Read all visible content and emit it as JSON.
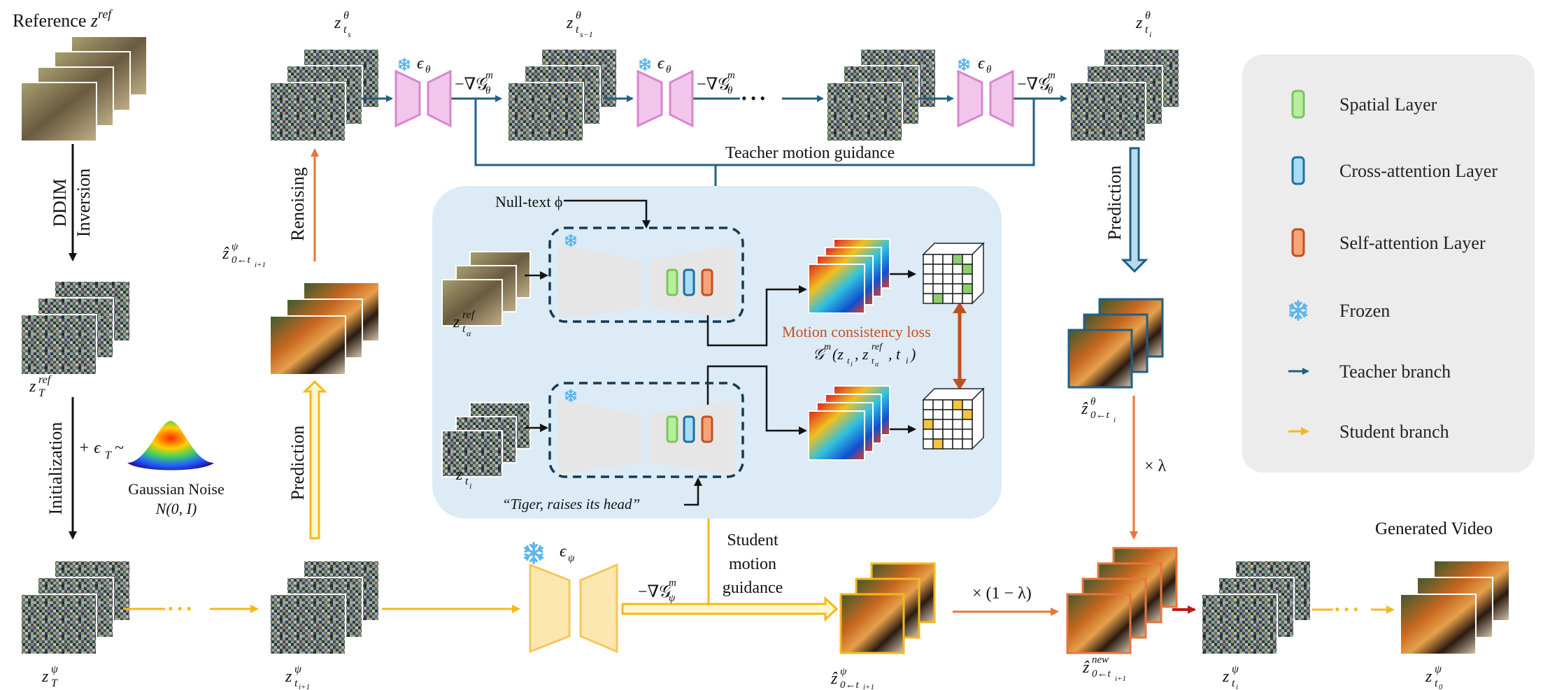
{
  "top": {
    "reference_label": "Reference",
    "reference_var": "z",
    "reference_sup": "ref",
    "ddim_label": "DDIM",
    "inversion_label": "Inversion",
    "zT_ref": {
      "base": "z",
      "sub": "T",
      "sup": "ref"
    },
    "initialization_label": "Initialization",
    "noise_expr": "+ ϵ",
    "noise_expr_sub": "T",
    "noise_tilde": "~",
    "gaussian_label": "Gaussian Noise",
    "gaussian_expr": "N(0, I)",
    "zT_psi": {
      "base": "z",
      "sub": "T",
      "sup": "ψ"
    },
    "z_ts_theta": {
      "base": "z",
      "sub": "t",
      "subsub": "s",
      "sup": "θ"
    },
    "z_ts1_theta": {
      "base": "z",
      "sub": "t",
      "subsub": "s−1",
      "sup": "θ"
    },
    "z_ti_theta": {
      "base": "z",
      "sub": "t",
      "subsub": "i",
      "sup": "θ"
    },
    "eps_theta": "ϵ",
    "eps_theta_sub": "θ",
    "grad_theta": "−∇𝒢",
    "grad_theta_sup": "m",
    "grad_theta_sub": "θ",
    "ellipsis": "• • •",
    "teacher_motion_guidance": "Teacher motion guidance",
    "renoising_label": "Renoising",
    "prediction_label": "Prediction",
    "z0_hat_ti1": {
      "base": "ẑ",
      "sub": "0←t",
      "subsub": "i+1",
      "sup": "ψ"
    },
    "z0_hat_ti": {
      "base": "ẑ",
      "sub": "0←t",
      "subsub": "i",
      "sup": "θ"
    }
  },
  "center": {
    "null_text": "Null-text ϕ",
    "z_ta_ref": {
      "base": "z",
      "sub": "t",
      "subsub": "α",
      "sup": "ref"
    },
    "z_ti": {
      "base": "z",
      "sub": "t",
      "subsub": "i"
    },
    "prompt": "“Tiger, raises its head”",
    "motion_loss": "Motion consistency loss",
    "motion_loss_expr": "𝒢",
    "motion_loss_expr_sup": "m",
    "motion_loss_args_a": "(z",
    "motion_loss_args_b": "t",
    "motion_loss_args_c": "i",
    "motion_loss_args_d": ", z",
    "motion_loss_args_e": "ref",
    "motion_loss_args_f": "t",
    "motion_loss_args_g": "α",
    "motion_loss_args_h": ", t",
    "motion_loss_args_i": "i",
    "motion_loss_args_j": ")"
  },
  "bottom": {
    "z_ti1_psi": {
      "base": "z",
      "sub": "t",
      "subsub": "i+1",
      "sup": "ψ"
    },
    "eps_psi": "ϵ",
    "eps_psi_sub": "ψ",
    "grad_psi": "−∇𝒢",
    "grad_psi_sup": "m",
    "grad_psi_sub": "ψ",
    "student_motion_guidance": [
      "Student",
      "motion",
      "guidance"
    ],
    "times_one_minus_lambda": "× (1 − λ)",
    "times_lambda": "× λ",
    "z0_new": {
      "base": "ẑ",
      "sub": "0←t",
      "subsub": "i+1",
      "sup": "new"
    },
    "z_ti_psi": {
      "base": "z",
      "sub": "t",
      "subsub": "i",
      "sup": "ψ"
    },
    "z_t0_psi": {
      "base": "z",
      "sub": "t",
      "subsub": "0",
      "sup": "ψ"
    },
    "generated_video": "Generated Video"
  },
  "legend": {
    "items": [
      {
        "label": "Spatial Layer",
        "icon": "spatial-layer-icon",
        "color": "#8fd57a"
      },
      {
        "label": "Cross-attention Layer",
        "icon": "cross-attention-layer-icon",
        "color": "#3b9fd8"
      },
      {
        "label": "Self-attention Layer",
        "icon": "self-attention-layer-icon",
        "color": "#e8753a"
      },
      {
        "label": "Frozen",
        "icon": "snowflake-icon",
        "color": "#5bb6ee"
      },
      {
        "label": "Teacher branch",
        "icon": "teacher-arrow-icon",
        "color": "#1f5f86"
      },
      {
        "label": "Student branch",
        "icon": "student-arrow-icon",
        "color": "#f5b81c"
      }
    ]
  },
  "colors": {
    "teacher": "#1f5f86",
    "student": "#f5b81c",
    "orange": "#e8753a",
    "unet_pink": "#f2c6ec",
    "unet_pink_stroke": "#d887cc",
    "unet_yellow": "#fde7b0",
    "panel_blue": "#dcebf5",
    "legend_bg": "#ececec"
  }
}
